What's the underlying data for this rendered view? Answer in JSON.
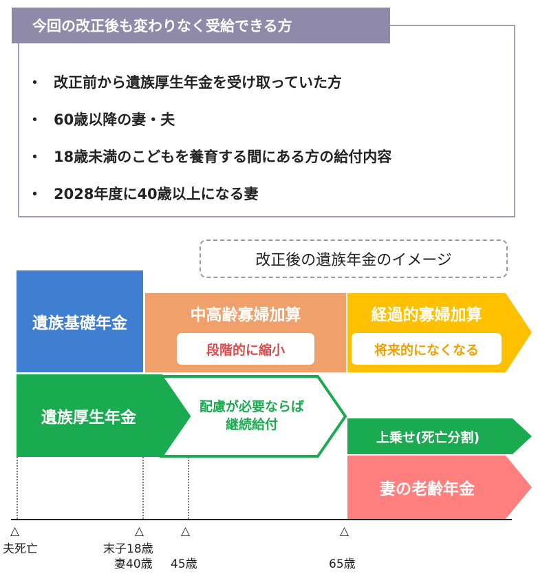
{
  "info_box": {
    "title": "今回の改正後も変わりなく受給できる方",
    "items": [
      "改正前から遺族厚生年金を受け取っていた方",
      "60歳以降の妻・夫",
      "18歳未満のこどもを養育する間にある方の給付内容",
      "2028年度に40歳以上になる妻"
    ],
    "bullet": "・"
  },
  "diagram": {
    "caption": "改正後の遺族年金のイメージ",
    "blocks": {
      "kiso": "遺族基礎年金",
      "chuko": {
        "title": "中高齢寡婦加算",
        "note": "段階的に縮小"
      },
      "keika": {
        "title": "経過的寡婦加算",
        "note": "将来的になくなる"
      },
      "kosei": "遺族厚生年金",
      "hairyo": {
        "line1": "配慮が必要ならば",
        "line2": "継続給付"
      },
      "uwanose": "上乗せ(死亡分割)",
      "rorei": "妻の老齢年金"
    },
    "timeline": {
      "marker": "△",
      "labels": {
        "death": "夫死亡",
        "child18": "末子18歳",
        "wife40": "妻40歳",
        "age45": "45歳",
        "age65": "65歳"
      }
    },
    "colors": {
      "kiso": "#3e7dd0",
      "chuko": "#f0a06a",
      "keika": "#ffc000",
      "kosei": "#1aaa50",
      "rorei": "#ff7f7f",
      "header": "#8f8aaa"
    }
  }
}
